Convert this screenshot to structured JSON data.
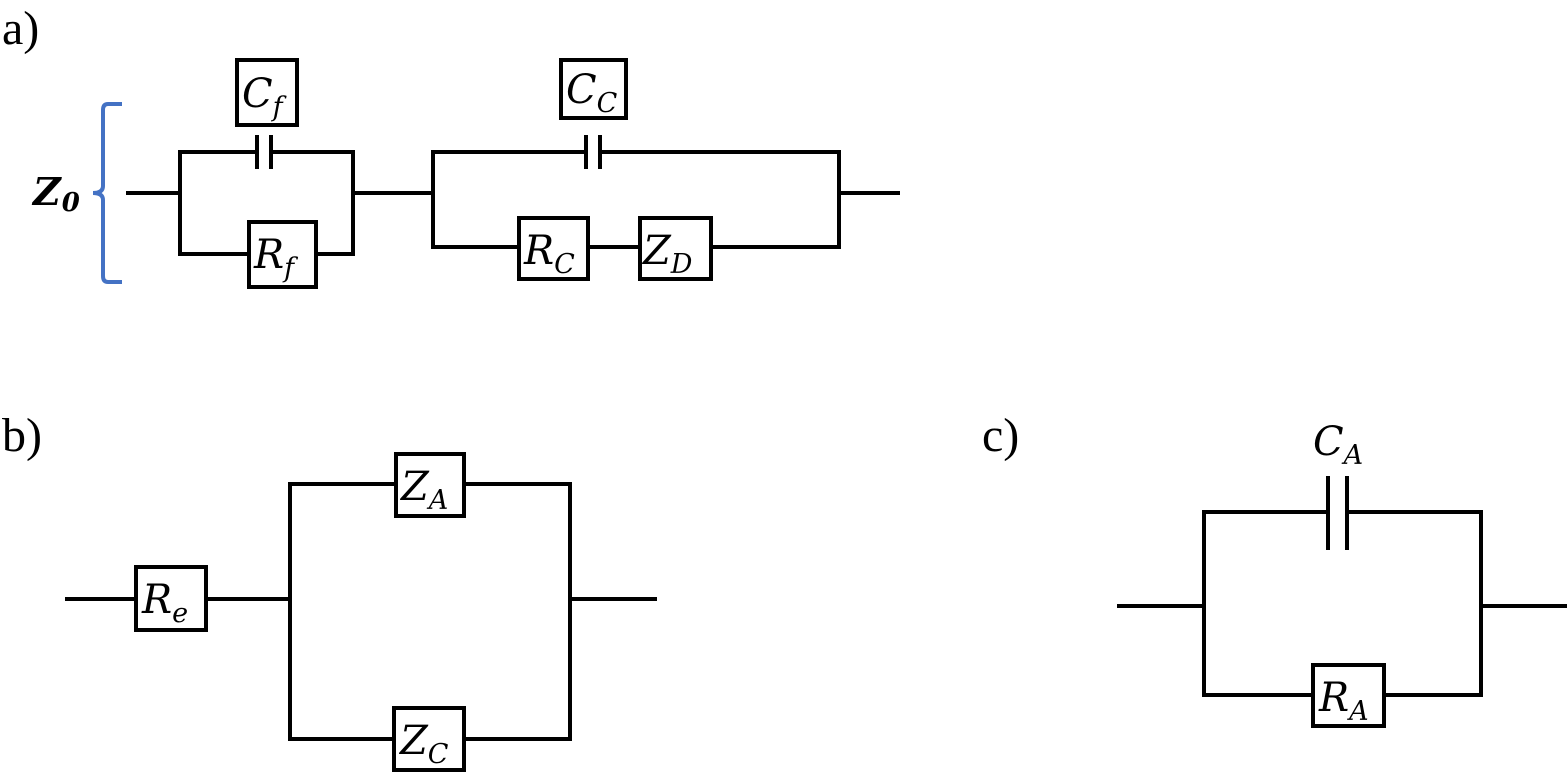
{
  "panels": {
    "a": {
      "label": "a)",
      "impedance": {
        "symbol": "Z",
        "sub": "0"
      },
      "Cf": {
        "symbol": "C",
        "sub": "f"
      },
      "Rf": {
        "symbol": "R",
        "sub": "f"
      },
      "Cc": {
        "symbol": "C",
        "sub": "C"
      },
      "Rc": {
        "symbol": "R",
        "sub": "C"
      },
      "Zd": {
        "symbol": "Z",
        "sub": "D"
      }
    },
    "b": {
      "label": "b)",
      "Re": {
        "symbol": "R",
        "sub": "e"
      },
      "Za": {
        "symbol": "Z",
        "sub": "A"
      },
      "Zc": {
        "symbol": "Z",
        "sub": "C"
      }
    },
    "c": {
      "label": "c)",
      "Ca": {
        "symbol": "C",
        "sub": "A"
      },
      "Ra": {
        "symbol": "R",
        "sub": "A"
      }
    }
  },
  "colors": {
    "wire": "#000000",
    "brace": "#4472C4"
  }
}
